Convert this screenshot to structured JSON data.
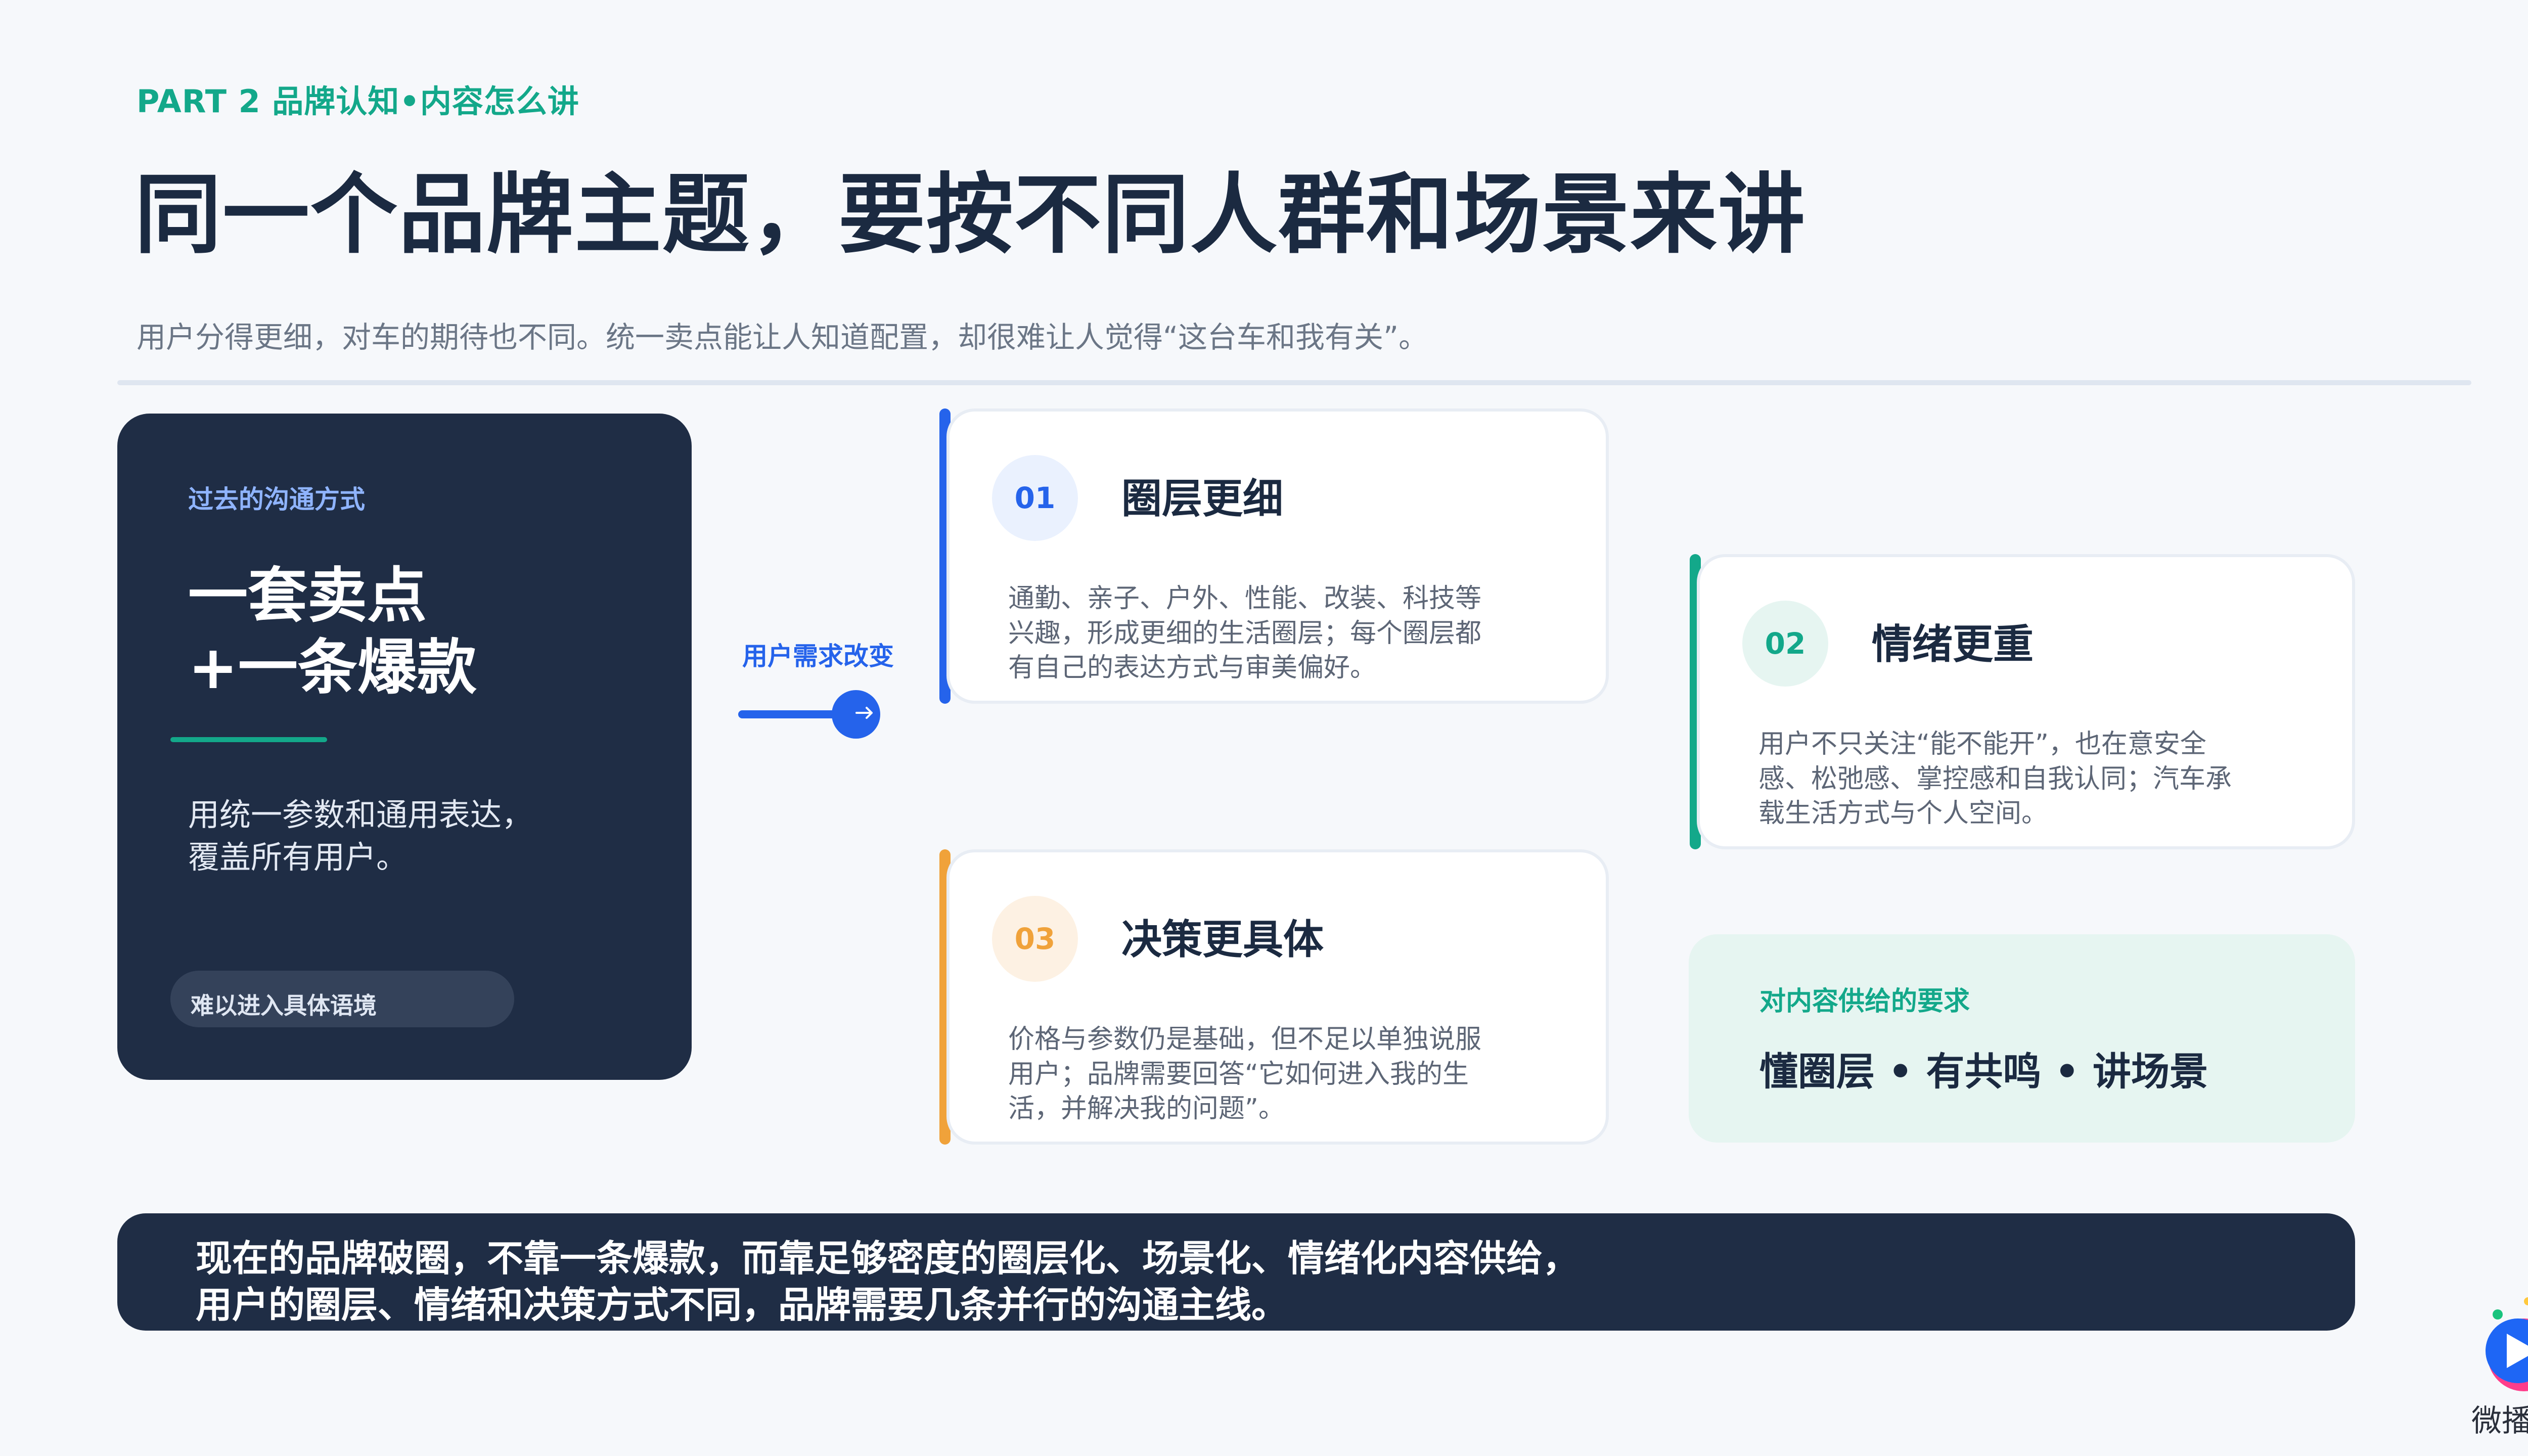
{
  "header": {
    "eyebrow": "PART 2 品牌认知•内容怎么讲",
    "title": "同一个品牌主题，要按不同人群和场景来讲",
    "subtitle": "用户分得更细，对车的期待也不同。统一卖点能让人知道配置，却很难让人觉得“这台车和我有关”。"
  },
  "past": {
    "eyebrow": "过去的沟通方式",
    "headline_lines": [
      "一套卖点",
      "+一条爆款"
    ],
    "body_lines": [
      "用统一参数和通用表达，",
      "覆盖所有用户。"
    ],
    "pill": "难以进入具体语境"
  },
  "connector": {
    "label": "用户需求改变",
    "arrow_icon": "arrow-right-icon"
  },
  "cards": [
    {
      "num": "01",
      "title": "圈层更细",
      "body_lines": [
        "通勤、亲子、户外、性能、改装、科技等",
        "兴趣，形成更细的生活圈层；每个圈层都",
        "有自己的表达方式与审美偏好。"
      ],
      "accent": "#2563eb",
      "circle_bg": "#eaf1fe"
    },
    {
      "num": "02",
      "title": "情绪更重",
      "body_lines": [
        "用户不只关注“能不能开”，也在意安全",
        "感、松弛感、掌控感和自我认同；汽车承",
        "载生活方式与个人空间。"
      ],
      "accent": "#13a88a",
      "circle_bg": "#e6f5f1"
    },
    {
      "num": "03",
      "title": "决策更具体",
      "body_lines": [
        "价格与参数仍是基础，但不足以单独说服",
        "用户；品牌需要回答“它如何进入我的生",
        "活，并解决我的问题”。"
      ],
      "accent": "#f0a23a",
      "circle_bg": "#fdf1e3"
    }
  ],
  "requirement": {
    "label": "对内容供给的要求",
    "text": "懂圈层 • 有共鸣 • 讲场景"
  },
  "banner": {
    "line1": "现在的品牌破圈，不靠一条爆款，而靠足够密度的圈层化、场景化、情绪化内容供给，",
    "line2": "用户的圈层、情绪和决策方式不同，品牌需要几条并行的沟通主线。"
  },
  "logo": {
    "text": "微播易",
    "icon": "play-logo-icon"
  }
}
